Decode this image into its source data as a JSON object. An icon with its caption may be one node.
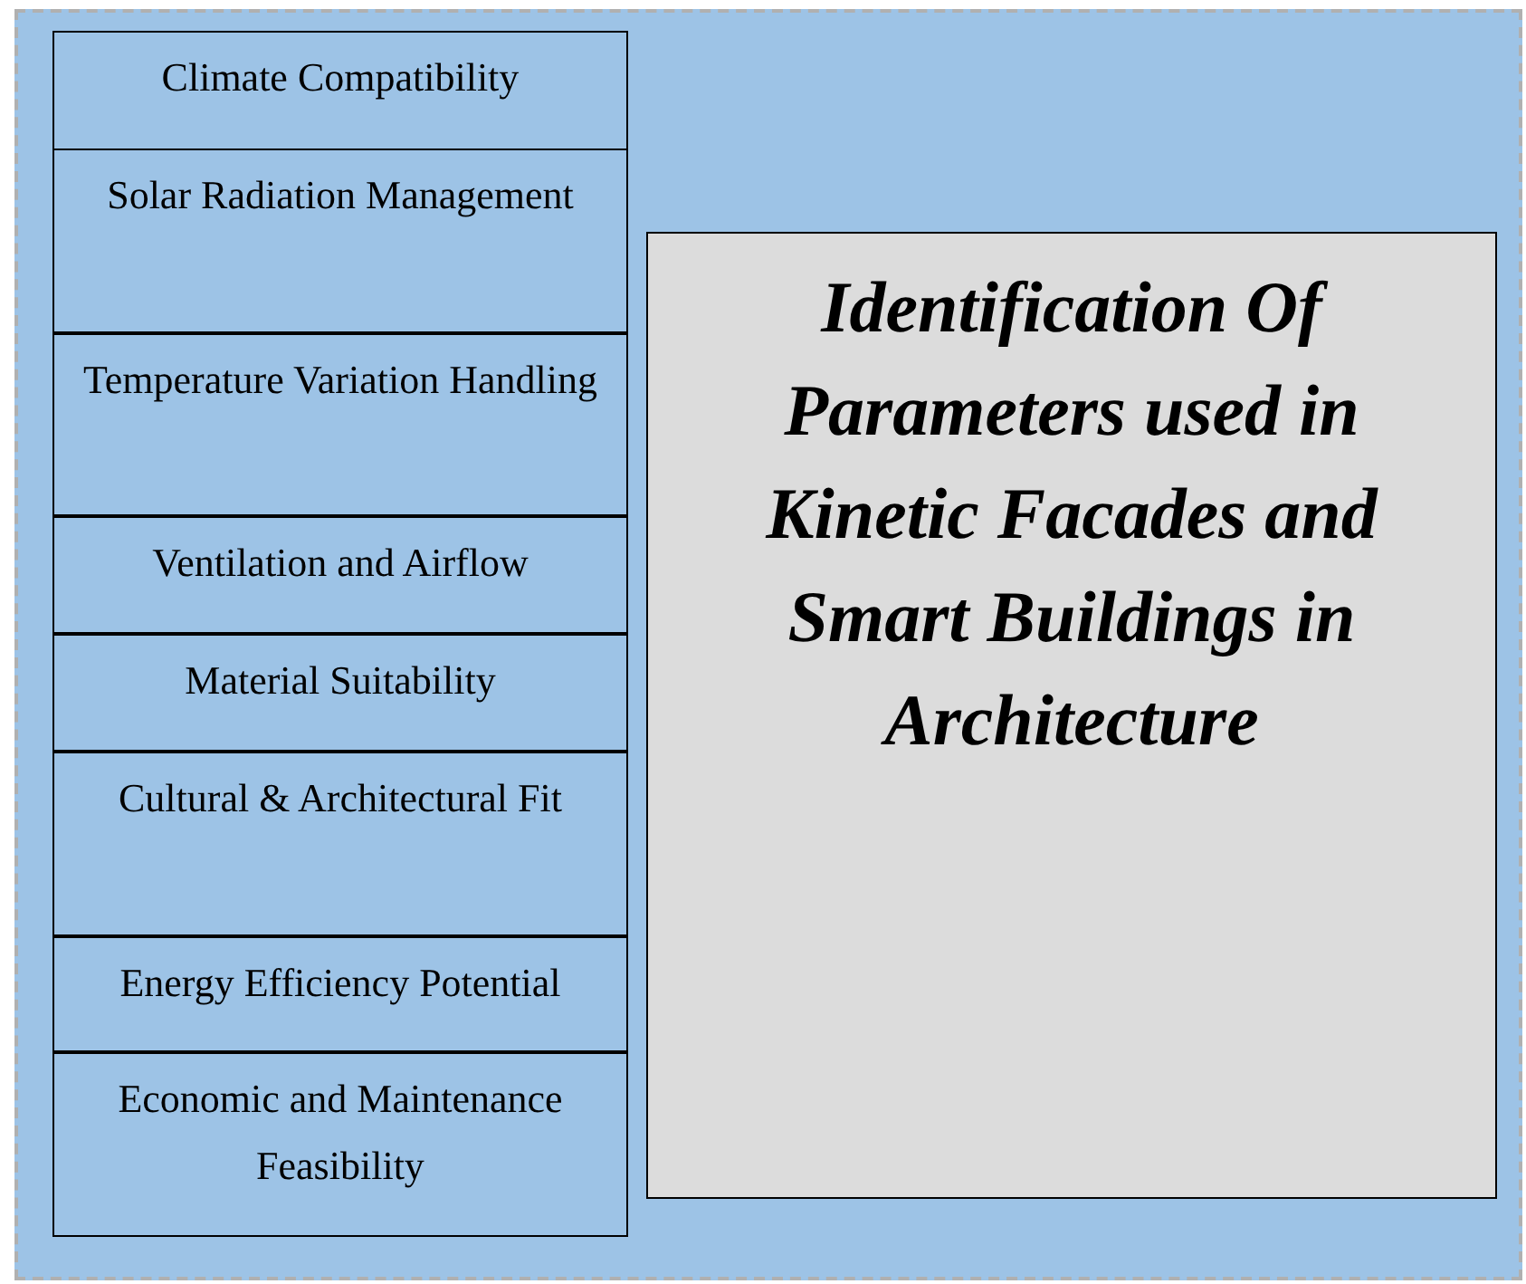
{
  "diagram": {
    "nodes": [
      {
        "text": [
          "Climate Compatibility"
        ]
      },
      {
        "text": [
          "Solar Radiation Management"
        ]
      },
      {
        "text": [
          "Temperature Variation Handling"
        ]
      },
      {
        "text": [
          "Ventilation and Airflow"
        ]
      },
      {
        "text": [
          "Material Suitability"
        ]
      },
      {
        "text": [
          "Cultural & Architectural Fit"
        ]
      },
      {
        "text": [
          "Energy Efficiency Potential"
        ]
      },
      {
        "text": [
          "Economic and Maintenance Feasibility"
        ]
      },
      {
        "text": [
          "Identification Of Parameters used in Kinetic Facades and Smart Buildings in Architecture"
        ]
      }
    ],
    "edges": []
  }
}
